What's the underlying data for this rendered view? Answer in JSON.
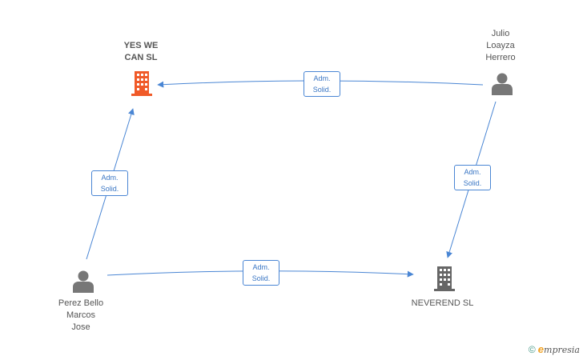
{
  "nodes": {
    "yes_we_can": {
      "line1": "YES WE",
      "line2": "CAN SL",
      "color": "#f05a28"
    },
    "julio": {
      "line1": "Julio",
      "line2": "Loayza",
      "line3": "Herrero"
    },
    "perez": {
      "line1": "Perez Bello",
      "line2": "Marcos",
      "line3": "Jose"
    },
    "neverend": {
      "line1": "NEVEREND SL",
      "color": "#666666"
    }
  },
  "edges": {
    "julio_to_yes": {
      "line1": "Adm.",
      "line2": "Solid."
    },
    "perez_to_yes": {
      "line1": "Adm.",
      "line2": "Solid."
    },
    "julio_to_neverend": {
      "line1": "Adm.",
      "line2": "Solid."
    },
    "perez_to_neverend": {
      "line1": "Adm.",
      "line2": "Solid."
    }
  },
  "footer": {
    "copyright": "©",
    "brand_e": "e",
    "brand_rest": "mpresia"
  },
  "colors": {
    "edge": "#4a86d4",
    "person": "#777777",
    "company_main": "#f05a28",
    "company_other": "#666666"
  }
}
